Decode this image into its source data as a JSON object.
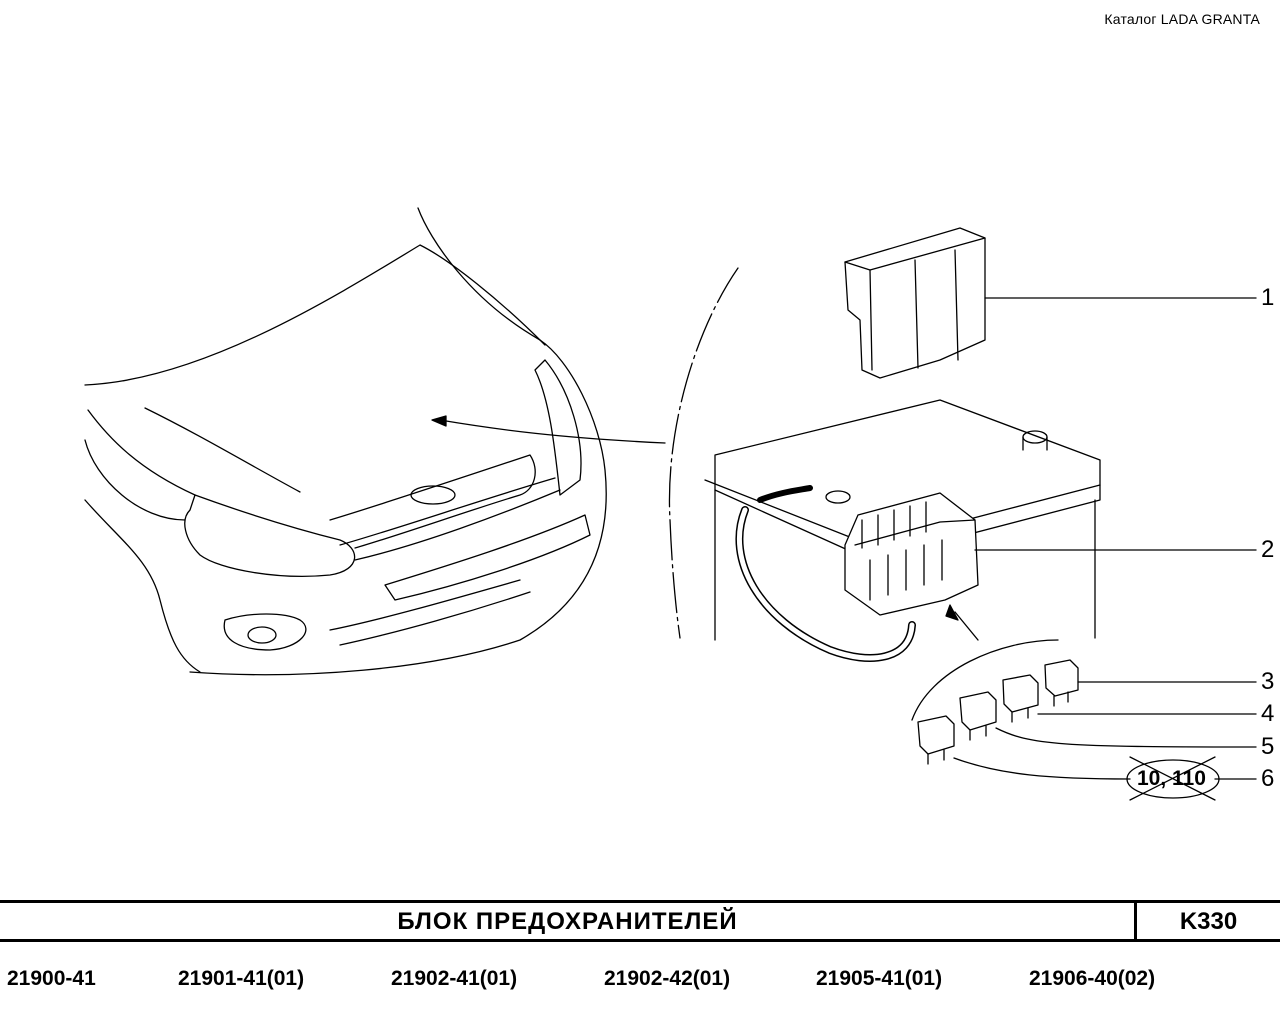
{
  "header": {
    "catalog_label": "Каталог  LADA  GRANTA"
  },
  "callouts": [
    {
      "number": "1"
    },
    {
      "number": "2"
    },
    {
      "number": "3"
    },
    {
      "number": "4"
    },
    {
      "number": "5"
    },
    {
      "number": "6"
    }
  ],
  "annotation": {
    "text": "10, 110"
  },
  "footer": {
    "title": "БЛОК  ПРЕДОХРАНИТЕЛЕЙ",
    "code": "K330",
    "models": [
      "21900-41",
      "21901-41(01)",
      "21902-41(01)",
      "21902-42(01)",
      "21905-41(01)",
      "21906-40(02)"
    ]
  }
}
